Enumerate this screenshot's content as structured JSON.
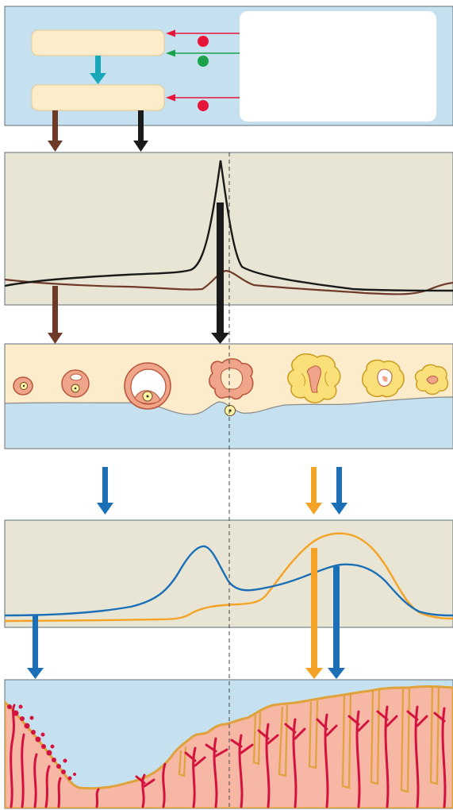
{
  "figure": {
    "panels": [
      "hormonal-control-panel",
      "pituitary-hormone-panel",
      "ovarian-cycle-panel",
      "ovarian-hormone-panel",
      "uterine-cycle-panel"
    ],
    "follicle_stages": [
      "primordial-follicle",
      "primary-follicle",
      "secondary-follicle",
      "ovulating-follicle",
      "corpus-luteum",
      "regressing-corpus-luteum",
      "corpus-albicans"
    ],
    "curves": {
      "lh": "black",
      "fsh": "brown",
      "estrogen": "blue",
      "progesterone": "orange"
    },
    "feedback_markers": [
      {
        "kind": "inhibition",
        "color": "#e8153b"
      },
      {
        "kind": "stimulation",
        "color": "#1aa34a"
      },
      {
        "kind": "inhibition",
        "color": "#e8153b"
      }
    ]
  },
  "colors": {
    "panel_blue": "#c5e1ef",
    "panel_grey": "#e8e5d5",
    "ovary_cream": "#fdeccb",
    "gland_box": "#fdecc9",
    "lh": "#1a1a1a",
    "fsh": "#6f3b28",
    "estrogen": "#1b6fb7",
    "progesterone": "#f5a327",
    "teal_arrow": "#19a8b8",
    "tissue_pink": "#f6b7a4",
    "vessel_red": "#d4123f",
    "gland_outline": "#e0a23a"
  }
}
